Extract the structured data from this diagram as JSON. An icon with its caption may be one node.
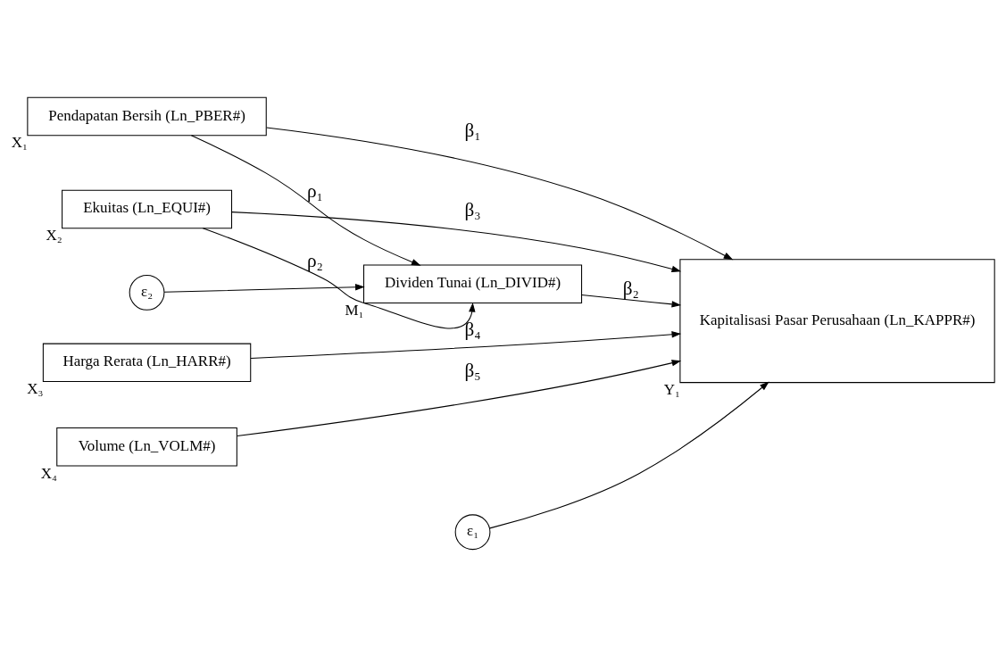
{
  "diagram": {
    "nodes": [
      {
        "text": [
          "Pendapatan Bersih (Ln_PBER#)"
        ],
        "beside": [
          "X₁"
        ]
      },
      {
        "text": [
          "Dividen Tunai (Ln_DIVID#)"
        ],
        "beside": [
          "M₁"
        ]
      },
      {
        "text": [
          "Ekuitas (Ln_EQUI#)"
        ],
        "beside": [
          "X₂"
        ]
      },
      {
        "text": [
          "Harga Rerata (Ln_HARR#)"
        ],
        "beside": [
          "X₃"
        ]
      },
      {
        "text": [
          "Volume (Ln_VOLM#)"
        ],
        "beside": [
          "X₄"
        ]
      },
      {
        "text": [
          "Kapitalisasi Pasar Perusahaan (Ln_KAPPR#)"
        ],
        "beside": [
          "Y₁"
        ]
      },
      {
        "text": [
          "ε₂"
        ]
      },
      {
        "text": [
          "ε₁"
        ]
      }
    ],
    "edges": [
      {
        "from": 0,
        "to": 5,
        "arrow": "to",
        "label": "β₁"
      },
      {
        "from": 0,
        "to": 1,
        "arrow": "to",
        "label": "ρ₁"
      },
      {
        "from": 6,
        "to": 1,
        "arrow": "to"
      },
      {
        "from": 2,
        "to": 1,
        "arrow": "to",
        "label": "ρ₂"
      },
      {
        "from": 7,
        "to": 5,
        "arrow": "to"
      },
      {
        "from": 1,
        "to": 5,
        "arrow": "to",
        "label": "β₂"
      },
      {
        "from": 2,
        "to": 5,
        "arrow": "to",
        "label": "β₃"
      },
      {
        "from": 3,
        "to": 5,
        "arrow": "to",
        "label": "β₄"
      },
      {
        "from": 4,
        "to": 5,
        "arrow": "to",
        "label": "β₅"
      }
    ]
  }
}
